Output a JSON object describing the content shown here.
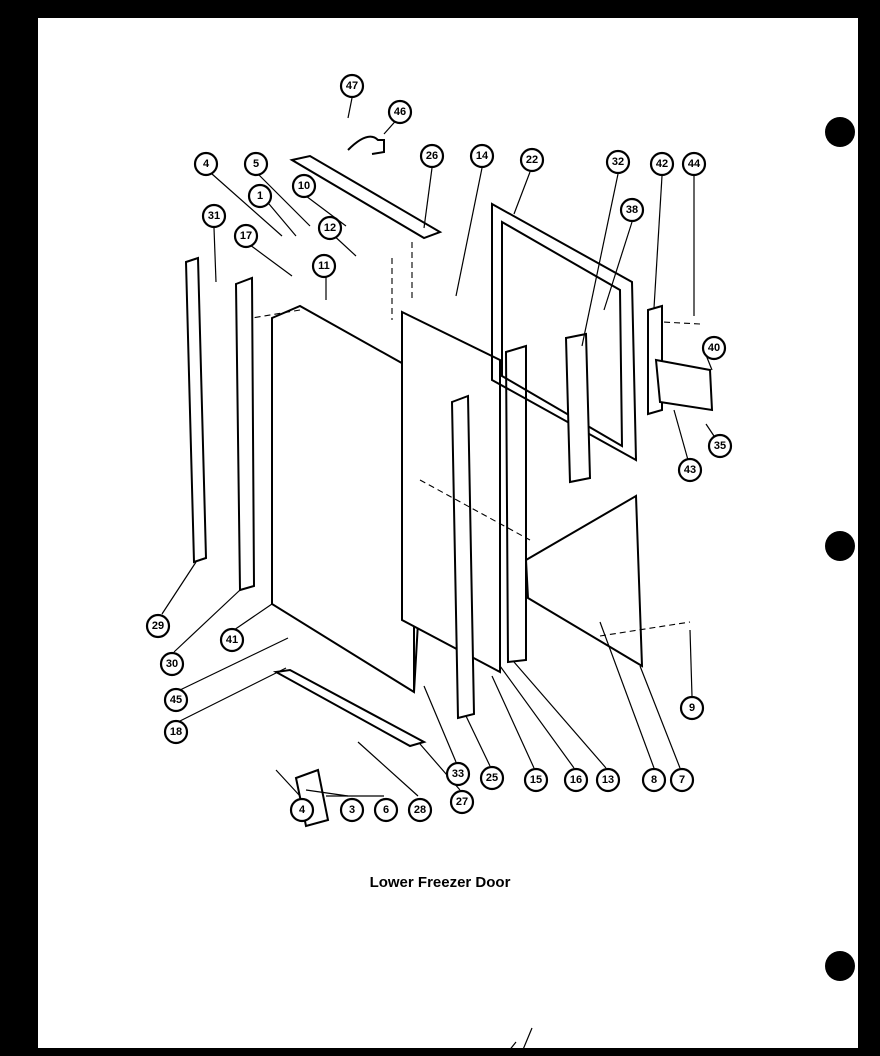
{
  "caption": "Lower Freezer Door",
  "colors": {
    "paper": "#ffffff",
    "ink": "#000000",
    "border": "#000000"
  },
  "callouts": [
    "47",
    "46",
    "26",
    "14",
    "22",
    "32",
    "42",
    "44",
    "4",
    "5",
    "1",
    "10",
    "38",
    "31",
    "17",
    "12",
    "11",
    "40",
    "35",
    "43",
    "29",
    "30",
    "41",
    "45",
    "18",
    "9",
    "33",
    "25",
    "15",
    "16",
    "13",
    "8",
    "7",
    "27",
    "4",
    "3",
    "6",
    "28"
  ]
}
